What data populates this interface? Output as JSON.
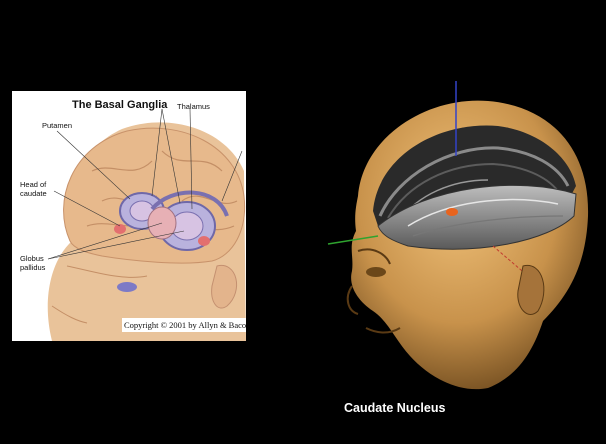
{
  "illustration": {
    "title": "The Basal Ganglia",
    "labels": {
      "thalamus": "Thalamus",
      "putamen": "Putamen",
      "head_of_caudate_line1": "Head of",
      "head_of_caudate_line2": "caudate",
      "globus_line1": "Globus",
      "globus_line2": "pallidus"
    },
    "copyright": "Copyright © 2001 by Allyn & Baco"
  },
  "render": {
    "caption": "Caudate Nucleus"
  },
  "colors": {
    "background": "#000000",
    "skin": "#d9a45e",
    "brain_gray": "#8c8c8c",
    "nucleus_highlight": "#e8641e",
    "structure_purple": "#9d96c9"
  }
}
